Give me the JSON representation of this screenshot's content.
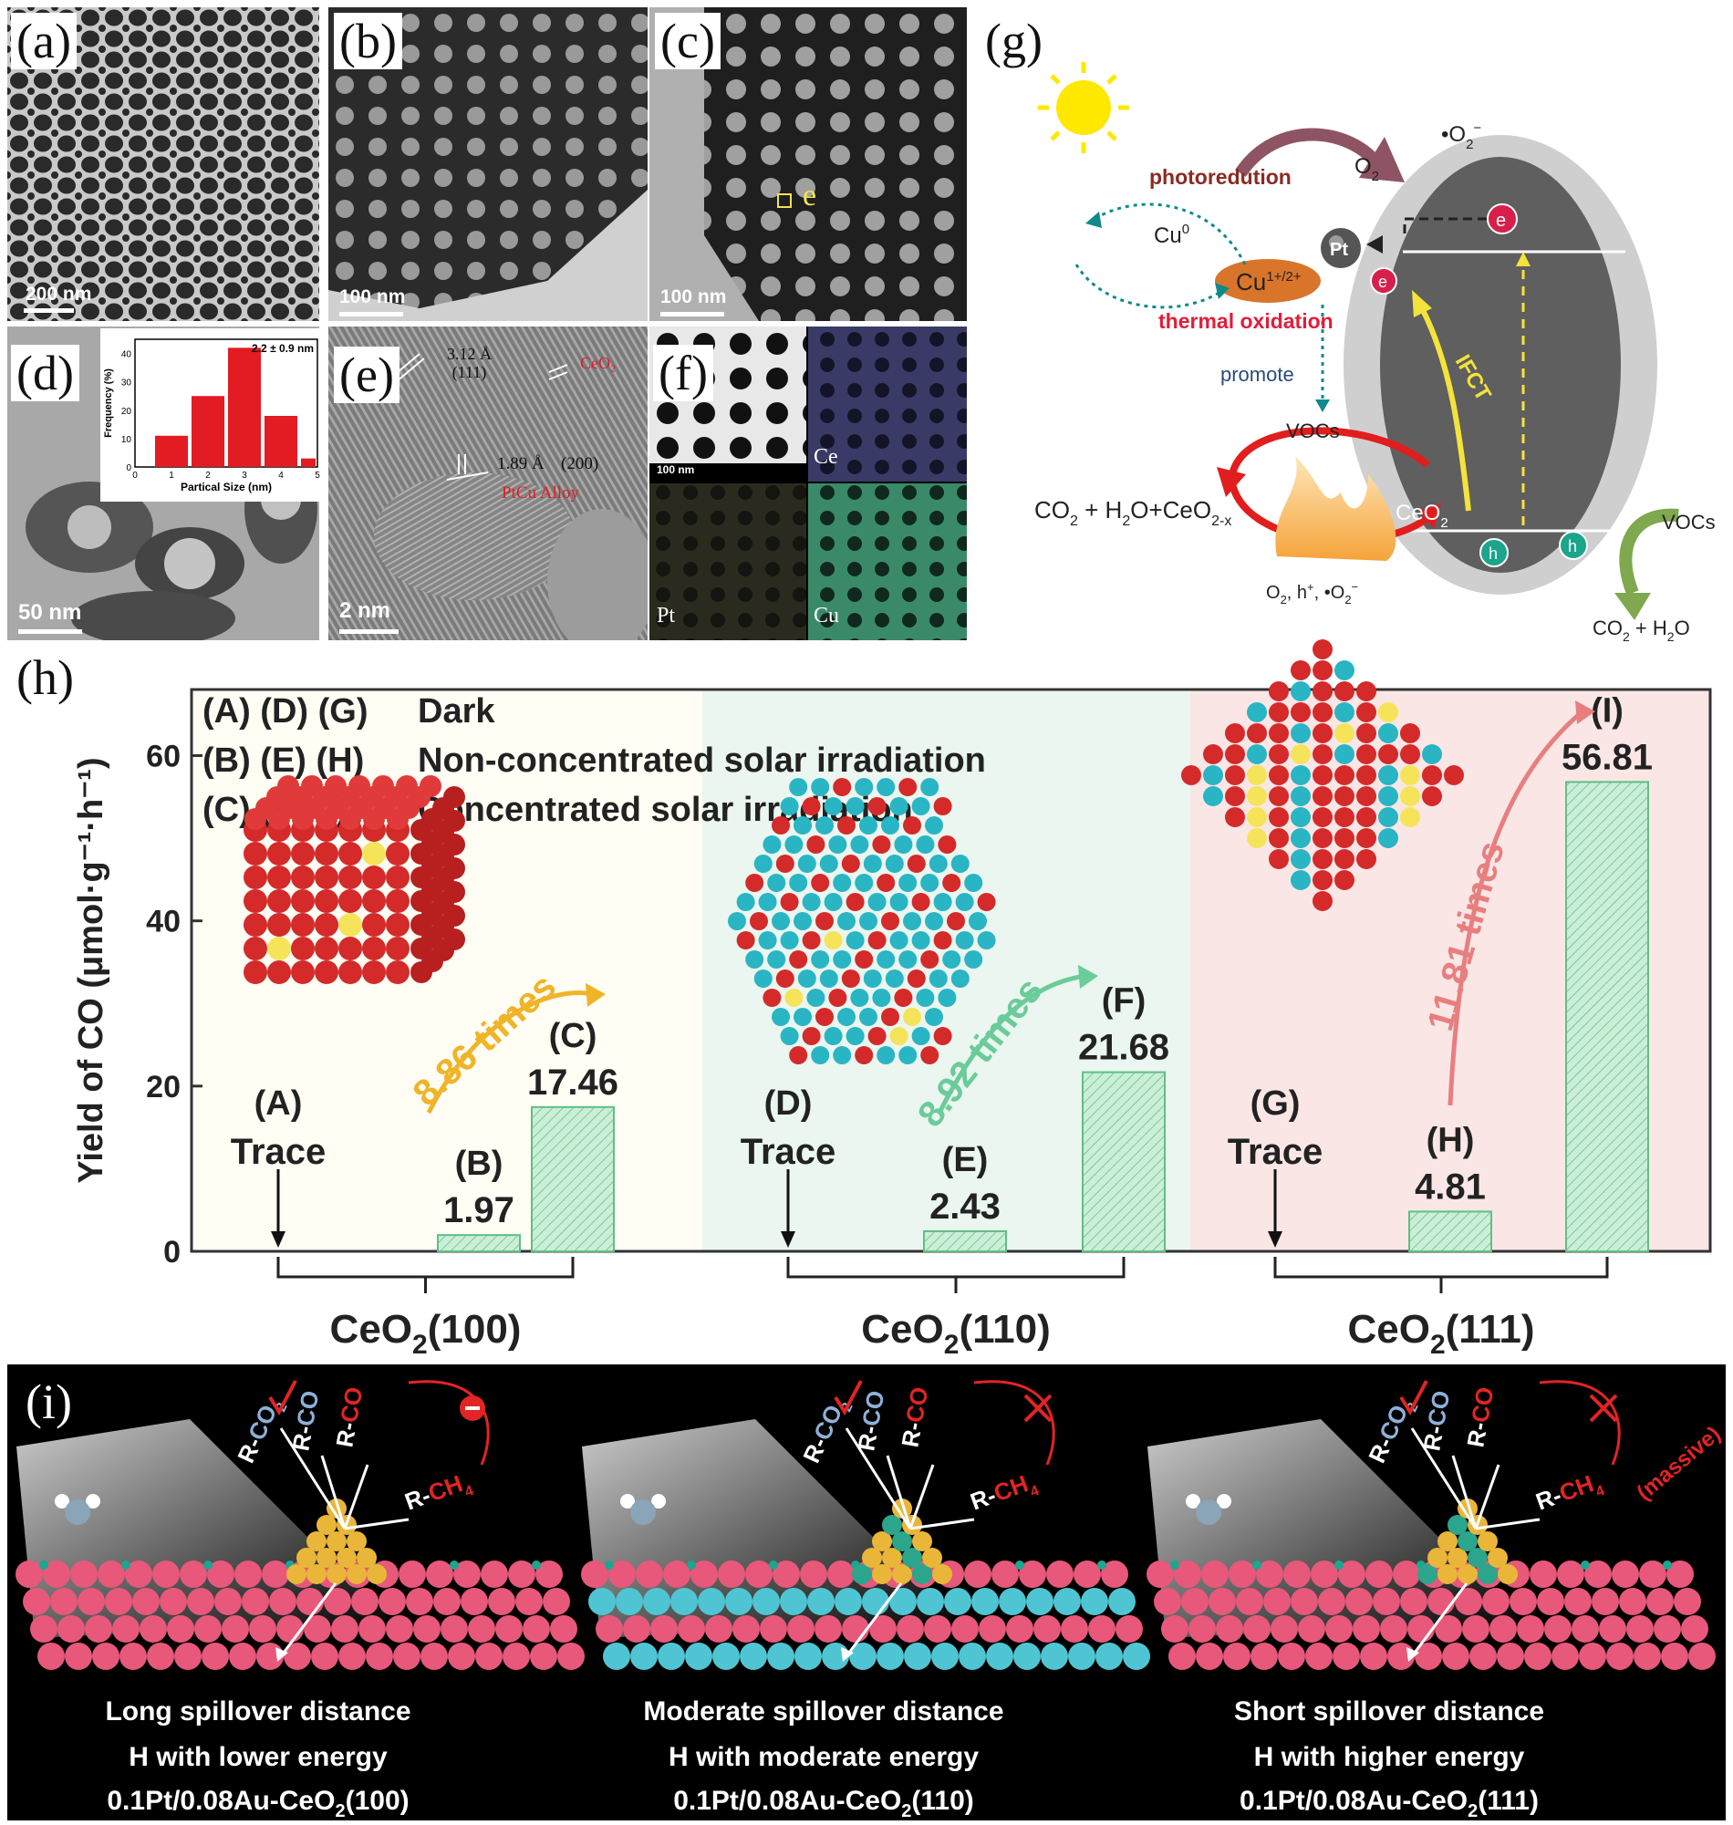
{
  "panels": {
    "a": {
      "label": "(a)",
      "scale": "200 nm"
    },
    "b": {
      "label": "(b)",
      "scale": "100 nm"
    },
    "c": {
      "label": "(c)",
      "scale": "100 nm",
      "marker": "e"
    },
    "d": {
      "label": "(d)",
      "scale": "50 nm"
    },
    "e": {
      "label": "(e)",
      "scale": "2 nm",
      "d1": "3.12 Å",
      "d1_plane": "(111)",
      "phase1": "CeO₂",
      "d2": "1.89 Å",
      "d2_plane": "(200)",
      "phase2": "PtCu Alloy"
    },
    "f": {
      "label": "(f)",
      "scale": "100 nm",
      "maps": [
        "Ce",
        "Pt",
        "Cu"
      ]
    },
    "g": {
      "label": "(g)"
    },
    "h": {
      "label": "(h)"
    },
    "i": {
      "label": "(i)"
    }
  },
  "inset_hist": {
    "type": "bar",
    "annotation": "2.2 ± 0.9 nm",
    "xlabel": "Partical Size (nm)",
    "ylabel": "Frequency (%)",
    "x_ticks": [
      "0",
      "1",
      "2",
      "3",
      "4",
      "5"
    ],
    "y_ticks": [
      "0",
      "10",
      "20",
      "30",
      "40"
    ],
    "bins": [
      [
        0.5,
        1.5
      ],
      [
        1.5,
        2.5
      ],
      [
        2.5,
        3.5
      ],
      [
        3.5,
        4.5
      ],
      [
        4.5,
        5
      ]
    ],
    "values": [
      11,
      25,
      42,
      18,
      3
    ],
    "ylim": [
      0,
      45
    ],
    "color": "#e31b23"
  },
  "mechanism": {
    "photoreduction": "photoredution",
    "thermal": "thermal oxidation",
    "cu0": "Cu",
    "cu0_sup": "0",
    "cu12": "Cu",
    "cu12_sup": "1+/2+",
    "pt": "Pt",
    "e": "e",
    "h": "h",
    "o2": "O",
    "o2_sub": "2",
    "o2rad": "•O",
    "o2rad_sub": "2",
    "o2rad_sup": "−",
    "promote": "promote",
    "vocs1": "VOCs",
    "vocs2": "VOCs",
    "ifct": "IFCT",
    "ceo2": "CeO",
    "ceo2_sub": "2",
    "left_eq": "CO",
    "left_eq_b": " + H",
    "left_eq_c": "O+CeO",
    "left_eq_sub": "2-x",
    "bottom_txt": "O",
    "bottom_txt_b": ", h",
    "bottom_txt_c": ", •O",
    "right_prod": "CO",
    "right_prod_b": " + H",
    "right_prod_c": "O"
  },
  "chart_data": {
    "type": "bar",
    "ylabel": "Yield of CO (μmol·g⁻¹·h⁻¹)",
    "ylim": [
      0,
      68
    ],
    "y_ticks": [
      0,
      20,
      40,
      60
    ],
    "legend": [
      {
        "keys": "(A)  (D)  (G)",
        "text": "Dark"
      },
      {
        "keys": "(B)  (E)  (H)",
        "text": "Non-concentrated solar irradiation"
      },
      {
        "keys": "(C)  (F)  (I)",
        "text": "Concentrated solar irradiation"
      }
    ],
    "groups": [
      {
        "name": "CeO₂(100)",
        "name_main": "CeO",
        "name_sub": "2",
        "name_tail": "(100)",
        "bg": "#fffdf4",
        "bars": [
          {
            "key": "(A)",
            "value": 0,
            "label": "Trace"
          },
          {
            "key": "(B)",
            "value": 1.97,
            "label": "1.97"
          },
          {
            "key": "(C)",
            "value": 17.46,
            "label": "17.46"
          }
        ],
        "ratio": "8.86 times",
        "ratio_color": "#f0b429"
      },
      {
        "name": "CeO₂(110)",
        "name_main": "CeO",
        "name_sub": "2",
        "name_tail": "(110)",
        "bg": "#eaf6ef",
        "bars": [
          {
            "key": "(D)",
            "value": 0,
            "label": "Trace"
          },
          {
            "key": "(E)",
            "value": 2.43,
            "label": "2.43"
          },
          {
            "key": "(F)",
            "value": 21.68,
            "label": "21.68"
          }
        ],
        "ratio": "8.92 times",
        "ratio_color": "#6bcb9a"
      },
      {
        "name": "CeO₂(111)",
        "name_main": "CeO",
        "name_sub": "2",
        "name_tail": "(111)",
        "bg": "#fbe6e6",
        "bars": [
          {
            "key": "(G)",
            "value": 0,
            "label": "Trace"
          },
          {
            "key": "(H)",
            "value": 4.81,
            "label": "4.81"
          },
          {
            "key": "(I)",
            "value": 56.81,
            "label": "56.81"
          }
        ],
        "ratio": "11.81 times",
        "ratio_color": "#e87f7f"
      }
    ],
    "bar_color": "#cbeed7",
    "bar_edge": "#5fbf86"
  },
  "spillover": [
    {
      "l1": "Long spillover distance",
      "l2": "H with lower energy",
      "l3": "0.1Pt/0.08Au-CeO",
      "l3_sub": "2",
      "l3_tail": "(100)",
      "ch4_note": ""
    },
    {
      "l1": "Moderate spillover distance",
      "l2": "H with moderate energy",
      "l3": "0.1Pt/0.08Au-CeO",
      "l3_sub": "2",
      "l3_tail": "(110)",
      "ch4_note": ""
    },
    {
      "l1": "Short spillover distance",
      "l2": "H with higher energy",
      "l3": "0.1Pt/0.08Au-CeO",
      "l3_sub": "2",
      "l3_tail": "(111)",
      "ch4_note": "(massive)"
    }
  ],
  "species": {
    "co2": "CO",
    "co2_sub": "2",
    "rco2": "R-",
    "co": "CO",
    "rco": "R-",
    "ch4": "CH",
    "ch4_sub": "4",
    "rch4": "R-"
  }
}
